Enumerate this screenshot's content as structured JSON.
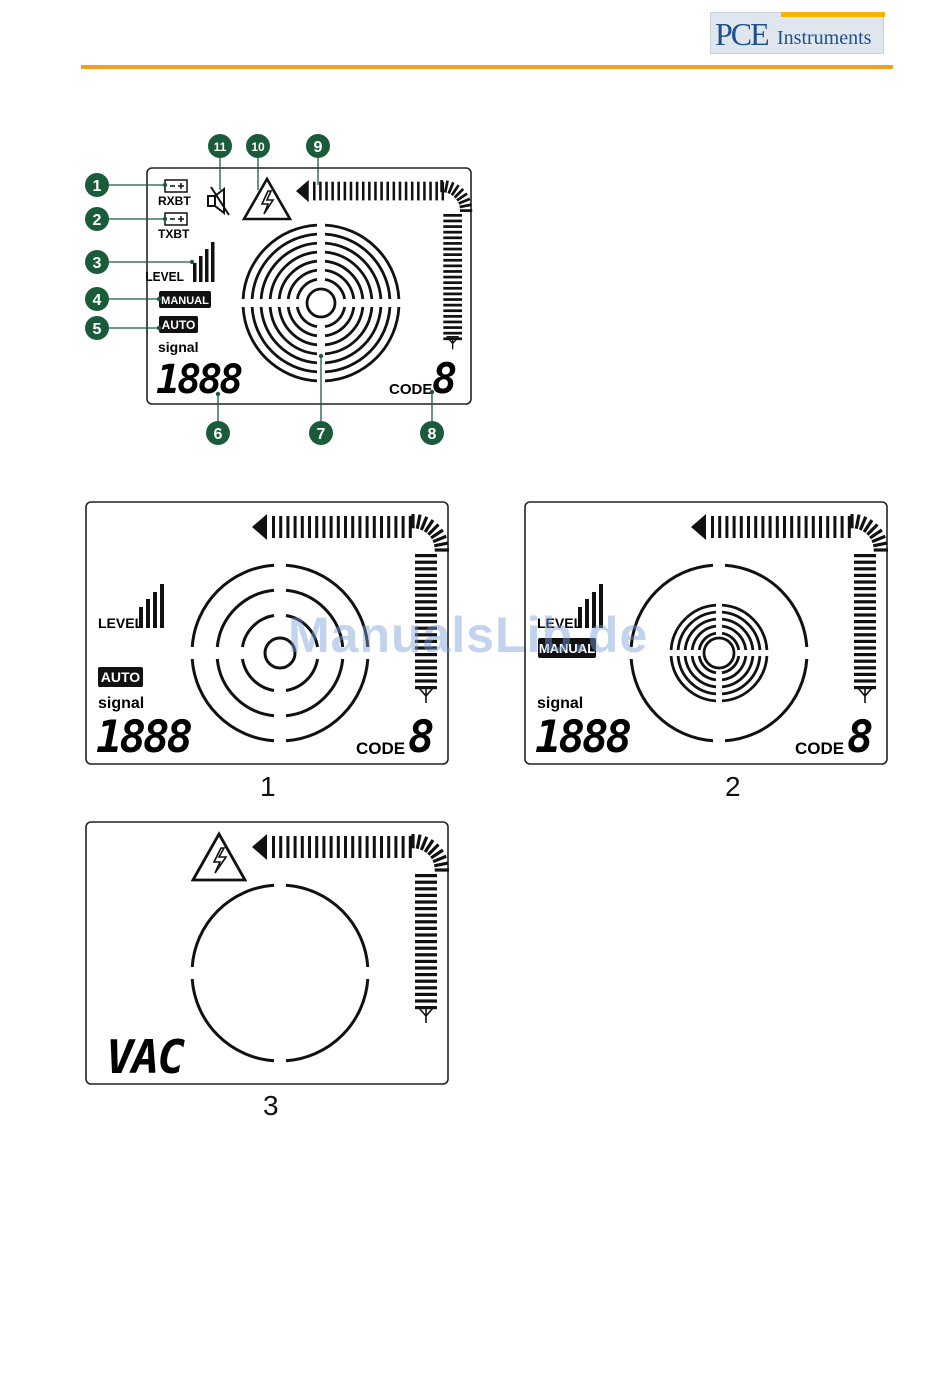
{
  "header": {
    "logo_brand": "PCE",
    "logo_sub": "Instruments",
    "colors": {
      "brand_blue": "#1e4f8f",
      "accent_orange": "#f0a020",
      "callout_green": "#1a5c3a"
    }
  },
  "diagram": {
    "labels": {
      "rxbt": "RXBT",
      "txbt": "TXBT",
      "level": "LEVEL",
      "manual": "MANUAL",
      "auto": "AUTO",
      "signal": "signal",
      "digits": "1888",
      "code": "CODE",
      "code_digit": "8"
    },
    "callouts": [
      "1",
      "2",
      "3",
      "4",
      "5",
      "6",
      "7",
      "8",
      "9",
      "10",
      "11"
    ]
  },
  "panel1": {
    "level": "LEVEL",
    "auto": "AUTO",
    "signal": "signal",
    "digits": "1888",
    "code": "CODE",
    "code_digit": "8",
    "caption": "1"
  },
  "panel2": {
    "level": "LEVEL",
    "manual": "MANUAL",
    "signal": "signal",
    "digits": "1888",
    "code": "CODE",
    "code_digit": "8",
    "caption": "2"
  },
  "panel3": {
    "vac": "VAC",
    "caption": "3"
  },
  "watermark": "ManualsLib.de"
}
